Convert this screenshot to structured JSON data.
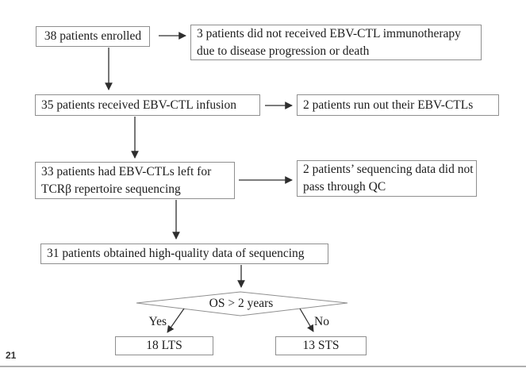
{
  "colors": {
    "box_border": "#8f8f8f",
    "arrow": "#2e2e2e",
    "text": "#1c1c1c",
    "separator": "#b0b0b0"
  },
  "page_number": "21",
  "flow": {
    "enrolled": "38 patients enrolled",
    "not_received": [
      "3 patients did not received EBV-CTL immunotherapy",
      "due to disease progression or death"
    ],
    "infusion": "35 patients received EBV-CTL infusion",
    "run_out": "2 patients run out their EBV-CTLs",
    "ctls_left": [
      "33 patients had EBV-CTLs left for",
      "TCRβ repertoire sequencing"
    ],
    "qc_fail": [
      "2 patients’ sequencing data did not",
      "pass through QC"
    ],
    "high_quality": "31 patients obtained high-quality data of sequencing",
    "decision": "OS > 2 years",
    "yes": "Yes",
    "no": "No",
    "lts": "18 LTS",
    "sts": "13 STS"
  }
}
